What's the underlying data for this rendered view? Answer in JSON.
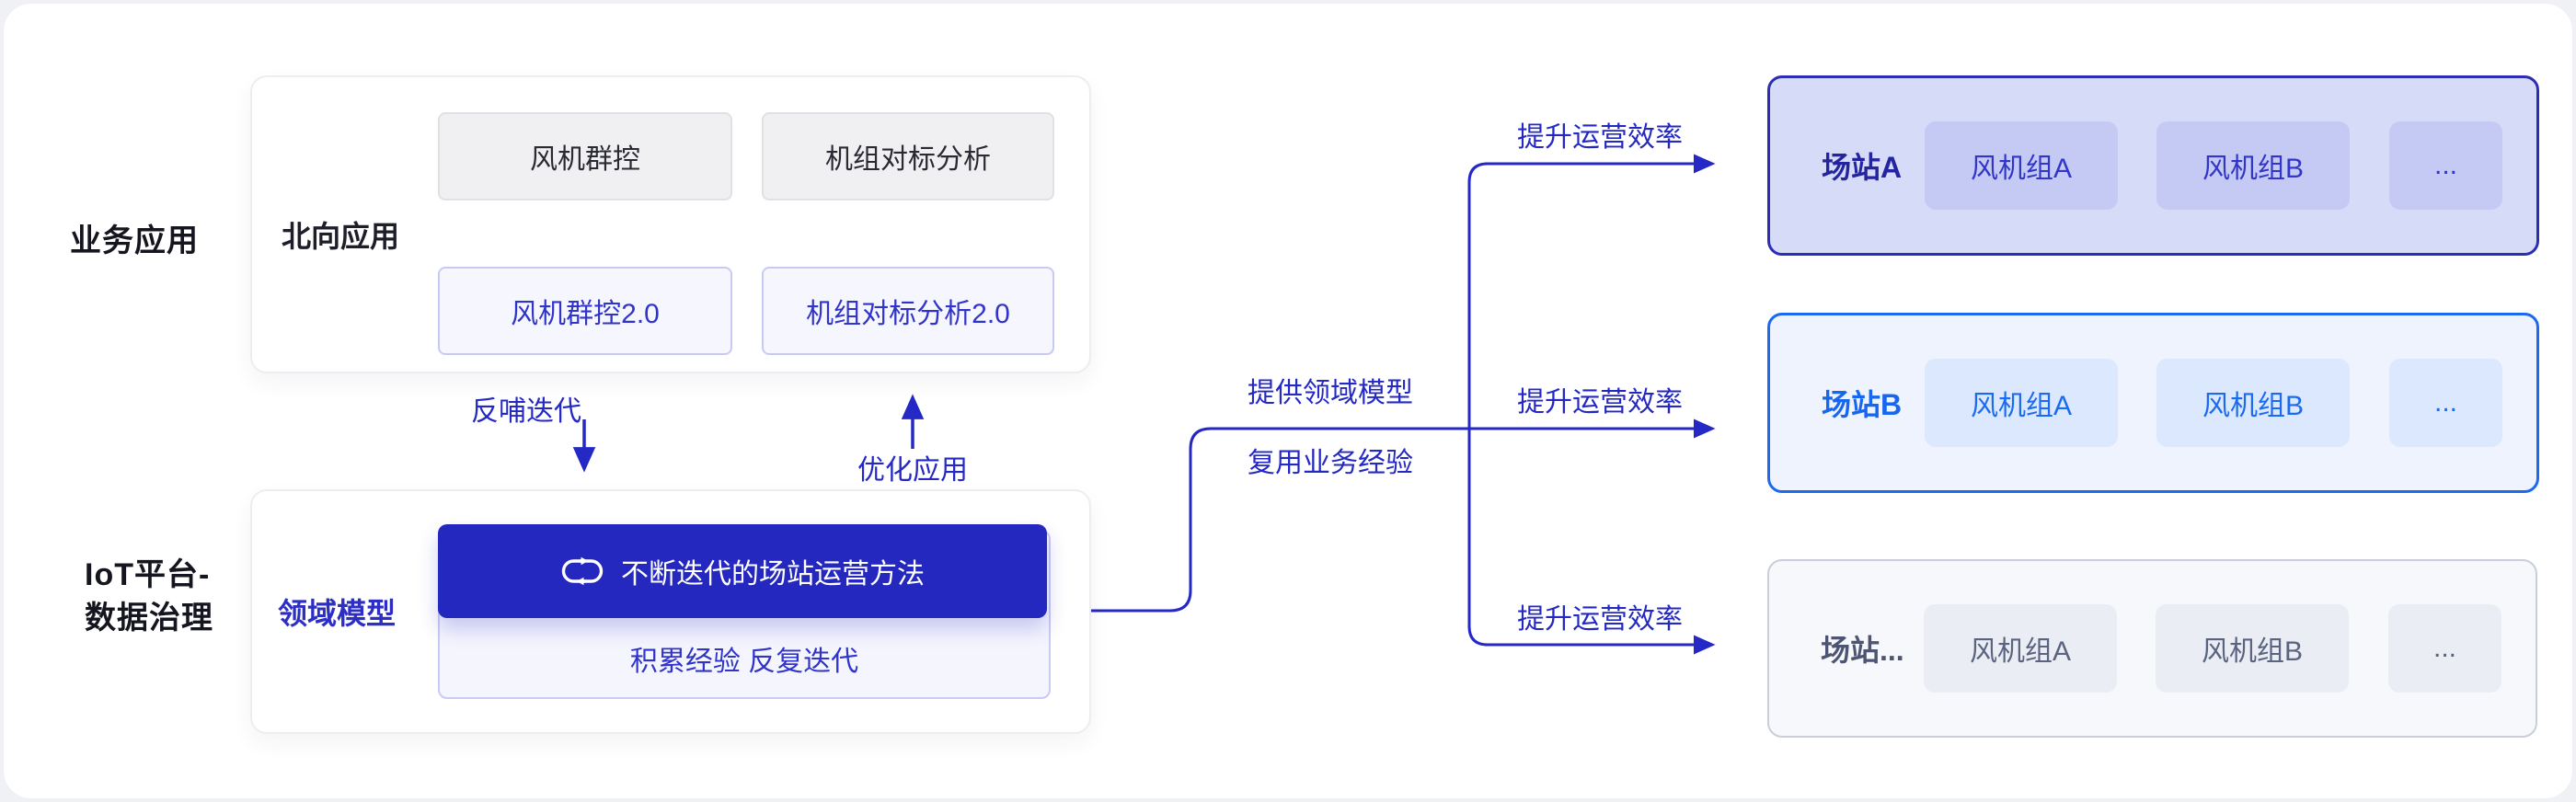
{
  "colors": {
    "accent_indigo": "#2428c4",
    "accent_blue": "#1a69f0",
    "method_banner_bg": "#2528bf",
    "station_a_bg": "#d6dbf8",
    "station_a_border": "#2d2db4",
    "station_b_bg": "#eef3fe",
    "station_b_border": "#1a69f0",
    "station_c_bg": "#f7f8fb",
    "station_c_border": "#c9ceda"
  },
  "left_labels": {
    "business": "业务应用",
    "iot_line1": "IoT平台-",
    "iot_line2": "数据治理"
  },
  "northbound": {
    "title": "北向应用",
    "app1": "风机群控",
    "app2": "机组对标分析",
    "app1_v2": "风机群控2.0",
    "app2_v2": "机组对标分析2.0"
  },
  "flow": {
    "feedback": "反哺迭代",
    "optimize": "优化应用",
    "provide": "提供领域模型",
    "reuse": "复用业务经验",
    "efficiency": "提升运营效率"
  },
  "domain": {
    "title": "领域模型",
    "method": "不断迭代的场站运营方法",
    "experience": "积累经验 反复迭代"
  },
  "stations": [
    {
      "name": "场站A",
      "groups": [
        "风机组A",
        "风机组B",
        "..."
      ]
    },
    {
      "name": "场站B",
      "groups": [
        "风机组A",
        "风机组B",
        "..."
      ]
    },
    {
      "name": "场站...",
      "groups": [
        "风机组A",
        "风机组B",
        "..."
      ]
    }
  ]
}
